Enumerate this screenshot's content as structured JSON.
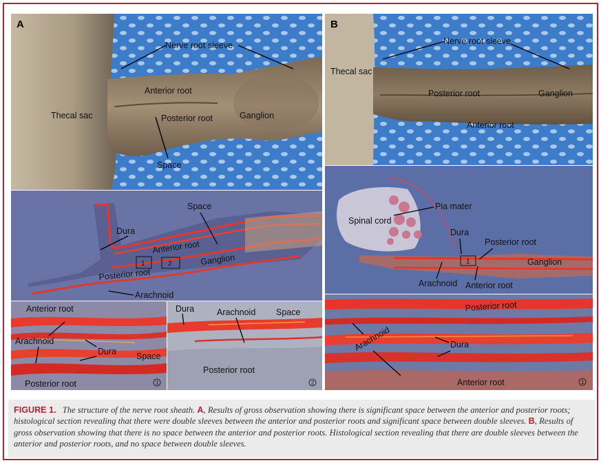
{
  "panel_a_gross": {
    "letter": "A",
    "labels": {
      "nerve_root_sleeve": "Nerve root sleeve",
      "anterior_root": "Anterior root",
      "thecal_sac": "Thecal sac",
      "posterior_root": "Posterior root",
      "ganglion": "Ganglion",
      "space": "Space"
    }
  },
  "panel_a_histology": {
    "labels": {
      "space": "Space",
      "dura": "Dura",
      "anterior_root": "Anterior root",
      "ganglion": "Ganglion",
      "posterior_root": "Posterior root",
      "arachnoid": "Arachnoid",
      "box_1": "1",
      "box_2": "2"
    }
  },
  "panel_a_detail_1": {
    "labels": {
      "anterior_root": "Anterior root",
      "arachnoid": "Arachnoid",
      "dura": "Dura",
      "space": "Space",
      "posterior_root": "Posterior root",
      "index": "1"
    }
  },
  "panel_a_detail_2": {
    "labels": {
      "dura": "Dura",
      "arachnoid": "Arachnoid",
      "space": "Space",
      "posterior_root": "Posterior root",
      "index": "2"
    }
  },
  "panel_b_gross": {
    "letter": "B",
    "labels": {
      "nerve_root_sleeve": "Nerve root sleeve",
      "thecal_sac": "Thecal sac",
      "posterior_root": "Posterior root",
      "ganglion": "Ganglion",
      "anterior_root": "Anterior root"
    }
  },
  "panel_b_histology": {
    "labels": {
      "pia_mater": "Pia mater",
      "spinal_cord": "Spinal cord",
      "dura": "Dura",
      "posterior_root": "Posterior root",
      "ganglion": "Ganglion",
      "arachnoid": "Arachnoid",
      "anterior_root": "Anterior root",
      "box_1": "1"
    }
  },
  "panel_b_detail": {
    "labels": {
      "posterior_root": "Posterior root",
      "arachnoid": "Arachnoid",
      "dura": "Dura",
      "anterior_root": "Anterior root",
      "index": "1"
    }
  },
  "caption": {
    "figure_label": "FIGURE 1.",
    "part1": "The structure of the nerve root sheath.",
    "ref_a": "A",
    "part2": ", Results of gross observation showing there is significant space between the anterior and posterior roots; histological section revealing that there were double sleeves between the anterior and posterior roots and significant space between double sleeves.",
    "ref_b": "B",
    "part3": ", Results of gross observation showing that there is no space between the anterior and posterior roots. Histological section revealing that there are double sleeves between the anterior and posterior roots, and no space between double sleeves."
  },
  "colors": {
    "frame": "#b81f32",
    "drape_blue": "#3a7bc8",
    "slide_bg": "#5e6fa6",
    "tissue_red": "#d8312a",
    "caption_bg": "#ebebeb"
  }
}
